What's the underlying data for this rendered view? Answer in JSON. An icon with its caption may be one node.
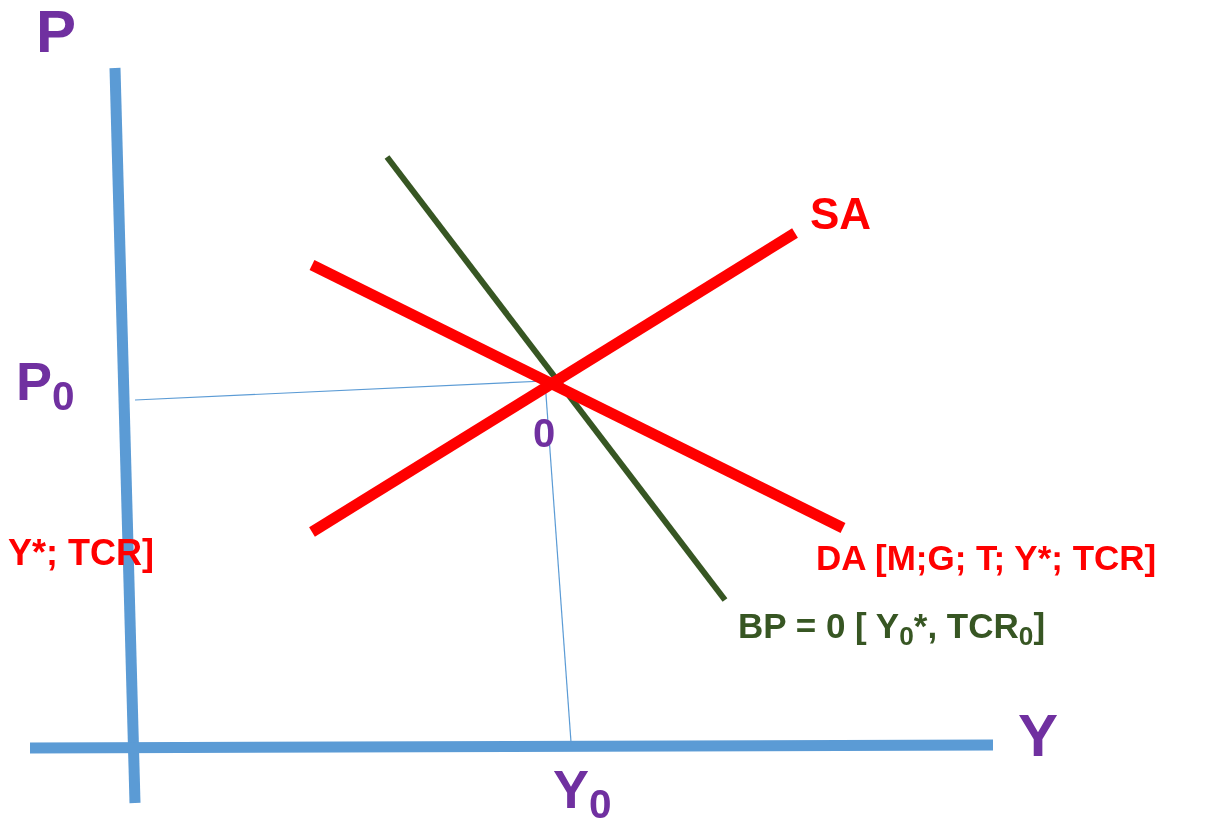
{
  "diagram": {
    "labels": [
      "P",
      "P$_{0}$",
      "SA",
      "0",
      "Y*; TCR]",
      "DA [M;G; T; Y*; TCR]",
      "BP = 0 [ Y$_{0}$*, TCR$_{0}$]",
      "Y",
      "Y$_{0}$"
    ]
  }
}
